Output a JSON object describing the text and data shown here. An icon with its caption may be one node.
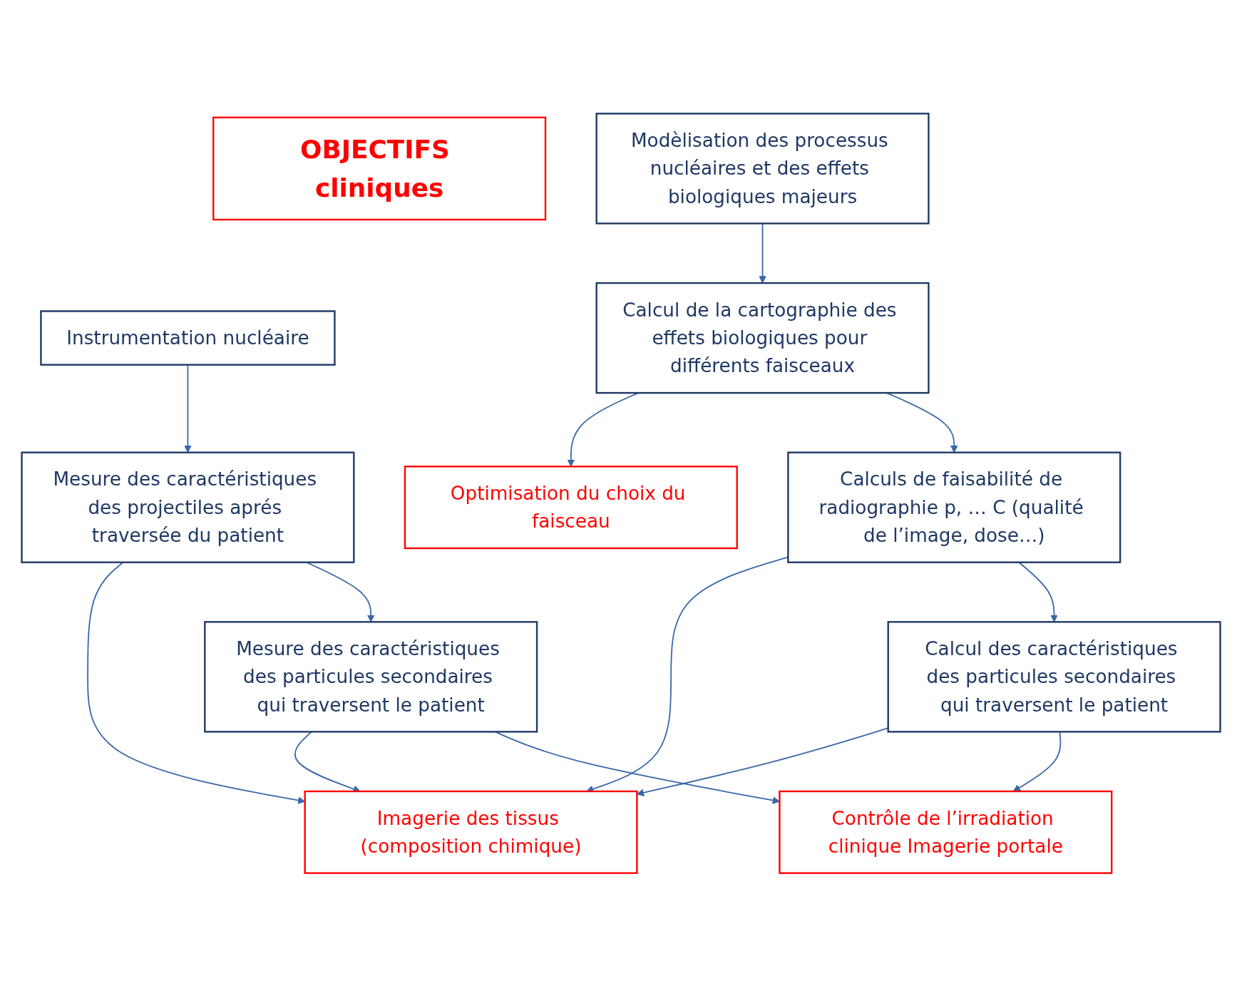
{
  "diagram": {
    "nodes": [
      {
        "text": [
          "Instrumentation nucléaire"
        ]
      },
      {
        "text": [
          "OBJECTIFS cliniques"
        ]
      },
      {
        "text": [
          "Modèlisation des processus nucléaires et des effets biologiques majeurs"
        ]
      },
      {
        "text": [
          "Optimisation du choix du faisceau"
        ]
      },
      {
        "text": [
          "Calcul de la cartographie des effets biologiques pour différents faisceaux"
        ]
      },
      {
        "text": [
          "Mesure des caractéristiques des projectiles aprés traversée du patient"
        ]
      },
      {
        "text": [
          "Imagerie des tissus (composition chimique)"
        ]
      },
      {
        "text": [
          "Calculs de faisabilité de radiographie p, … C (qualité de l’image, dose…)"
        ]
      },
      {
        "text": [
          "Mesure des caractéristiques des particules secondaires qui traversent le patient"
        ]
      },
      {
        "text": [
          "Contrôle de l’irradiation clinique Imagerie portale"
        ]
      },
      {
        "text": [
          "Calcul des caractéristiques des particules secondaires qui traversent le patient"
        ]
      }
    ],
    "edges": [
      {
        "from": 0,
        "to": 5,
        "arrow": "to"
      },
      {
        "from": 2,
        "to": 4,
        "arrow": "to"
      },
      {
        "from": 4,
        "to": 3,
        "arrow": "to"
      },
      {
        "from": 4,
        "to": 7,
        "arrow": "to"
      },
      {
        "from": 5,
        "to": 6,
        "arrow": "to"
      },
      {
        "from": 7,
        "to": 6,
        "arrow": "to"
      },
      {
        "from": 5,
        "to": 8,
        "arrow": "to"
      },
      {
        "from": 7,
        "to": 10,
        "arrow": "to"
      },
      {
        "from": 8,
        "to": 6,
        "arrow": "to"
      },
      {
        "from": 8,
        "to": 9,
        "arrow": "to"
      },
      {
        "from": 10,
        "to": 6,
        "arrow": "to"
      },
      {
        "from": 10,
        "to": 9,
        "arrow": "to"
      }
    ]
  }
}
